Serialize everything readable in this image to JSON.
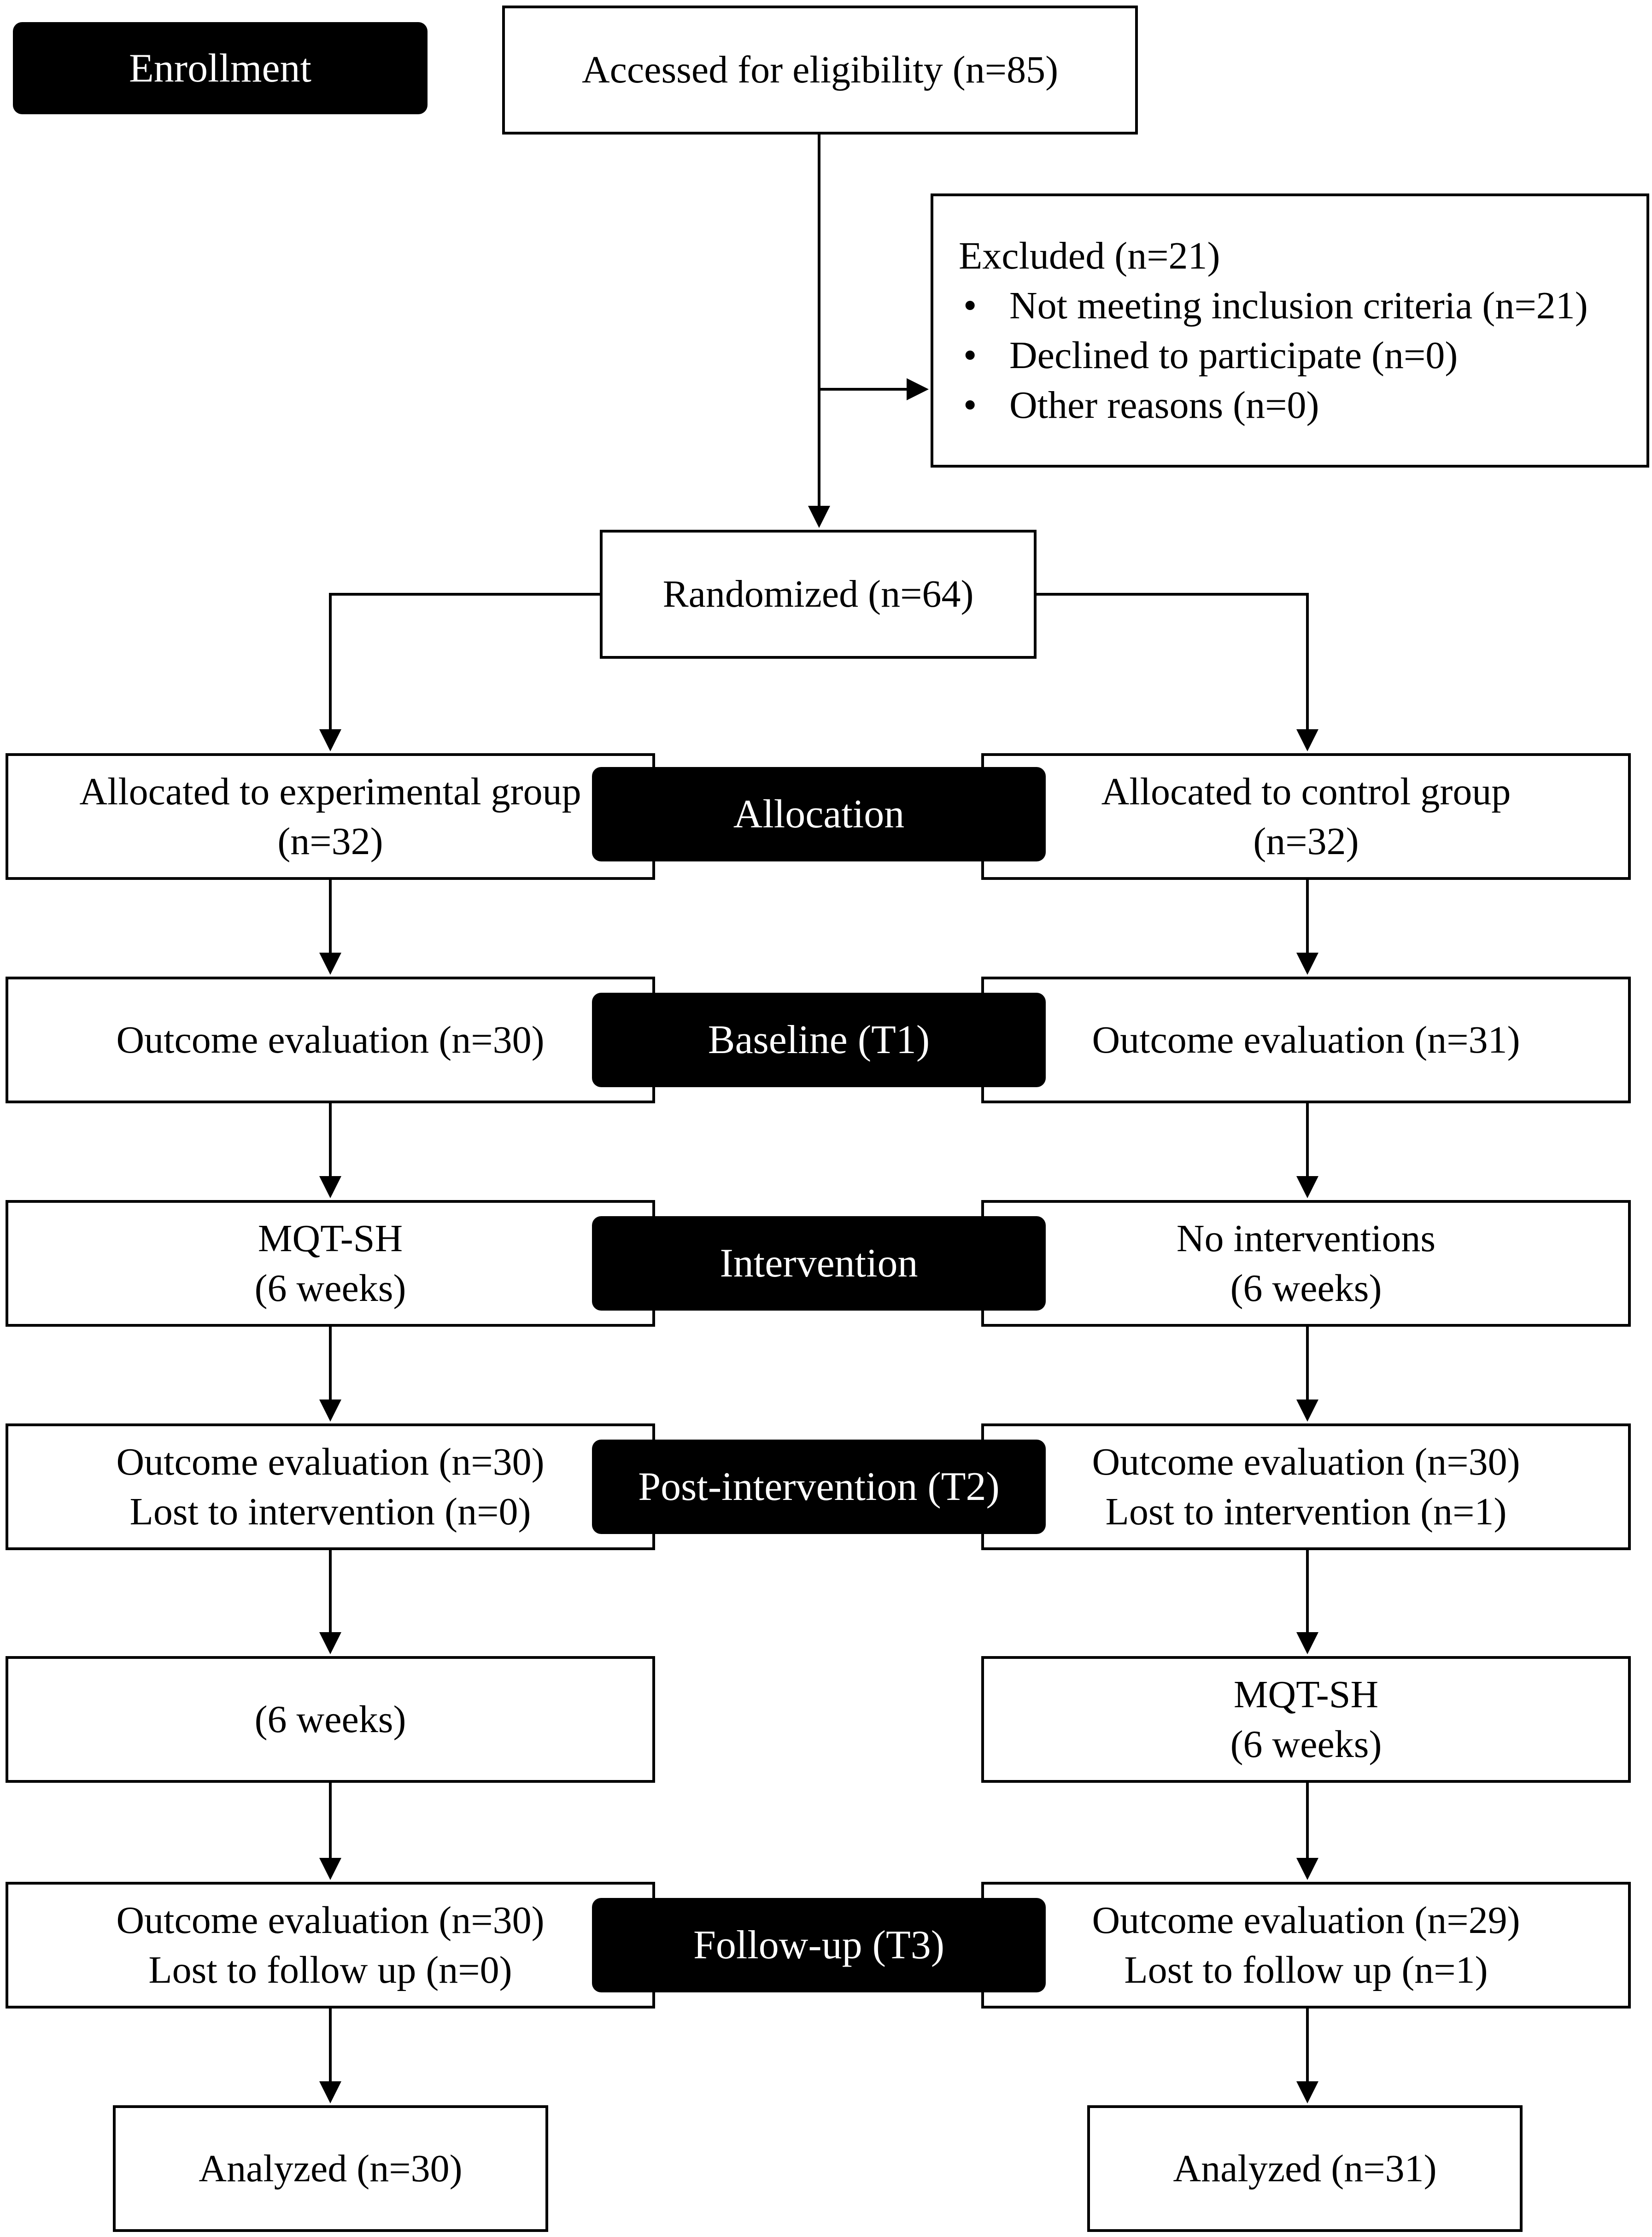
{
  "labels": {
    "enrollment": "Enrollment",
    "allocation": "Allocation",
    "baseline": "Baseline (T1)",
    "intervention": "Intervention",
    "post_intervention": "Post-intervention (T2)",
    "follow_up": "Follow-up (T3)"
  },
  "assessed": "Accessed for eligibility (n=85)",
  "excluded": {
    "title": "Excluded (n=21)",
    "bullet": "•",
    "items": [
      "Not meeting inclusion criteria (n=21)",
      "Declined to participate (n=0)",
      "Other reasons (n=0)"
    ]
  },
  "randomized": "Randomized (n=64)",
  "experimental": {
    "allocated": [
      "Allocated to experimental group",
      "(n=32)"
    ],
    "baseline": "Outcome evaluation (n=30)",
    "intervention": [
      "MQT-SH",
      "(6 weeks)"
    ],
    "post": [
      "Outcome evaluation (n=30)",
      "Lost to intervention (n=0)"
    ],
    "washout": "(6 weeks)",
    "follow_up": [
      "Outcome evaluation (n=30)",
      "Lost to follow up (n=0)"
    ],
    "analyzed": "Analyzed (n=30)"
  },
  "control": {
    "allocated": [
      "Allocated to control group",
      "(n=32)"
    ],
    "baseline": "Outcome evaluation (n=31)",
    "intervention": [
      "No interventions",
      "(6 weeks)"
    ],
    "post": [
      "Outcome evaluation (n=30)",
      "Lost to intervention (n=1)"
    ],
    "crossover": [
      "MQT-SH",
      "(6 weeks)"
    ],
    "follow_up": [
      "Outcome evaluation (n=29)",
      "Lost to follow up (n=1)"
    ],
    "analyzed": "Analyzed (n=31)"
  }
}
